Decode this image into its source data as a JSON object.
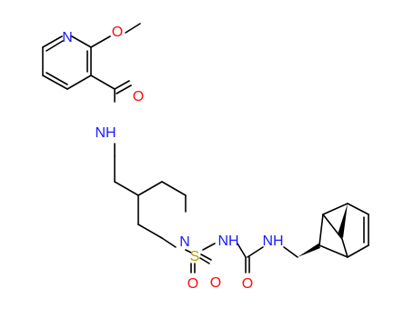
{
  "molecule": {
    "atoms": {
      "py_n": "N",
      "ome_o": "O",
      "amide_o": "O",
      "amide_nh": "NH",
      "pip_n": "N",
      "s": "S",
      "so_o_left": "O",
      "so_o_right": "O",
      "sulfonyl_nh": "NH",
      "urea_nh": "NH",
      "urea_o": "O"
    }
  },
  "colors": {
    "nitrogen": "#1a1aff",
    "oxygen": "#ff0d0d",
    "sulfur": "#b8a000",
    "bond": "#000000"
  }
}
